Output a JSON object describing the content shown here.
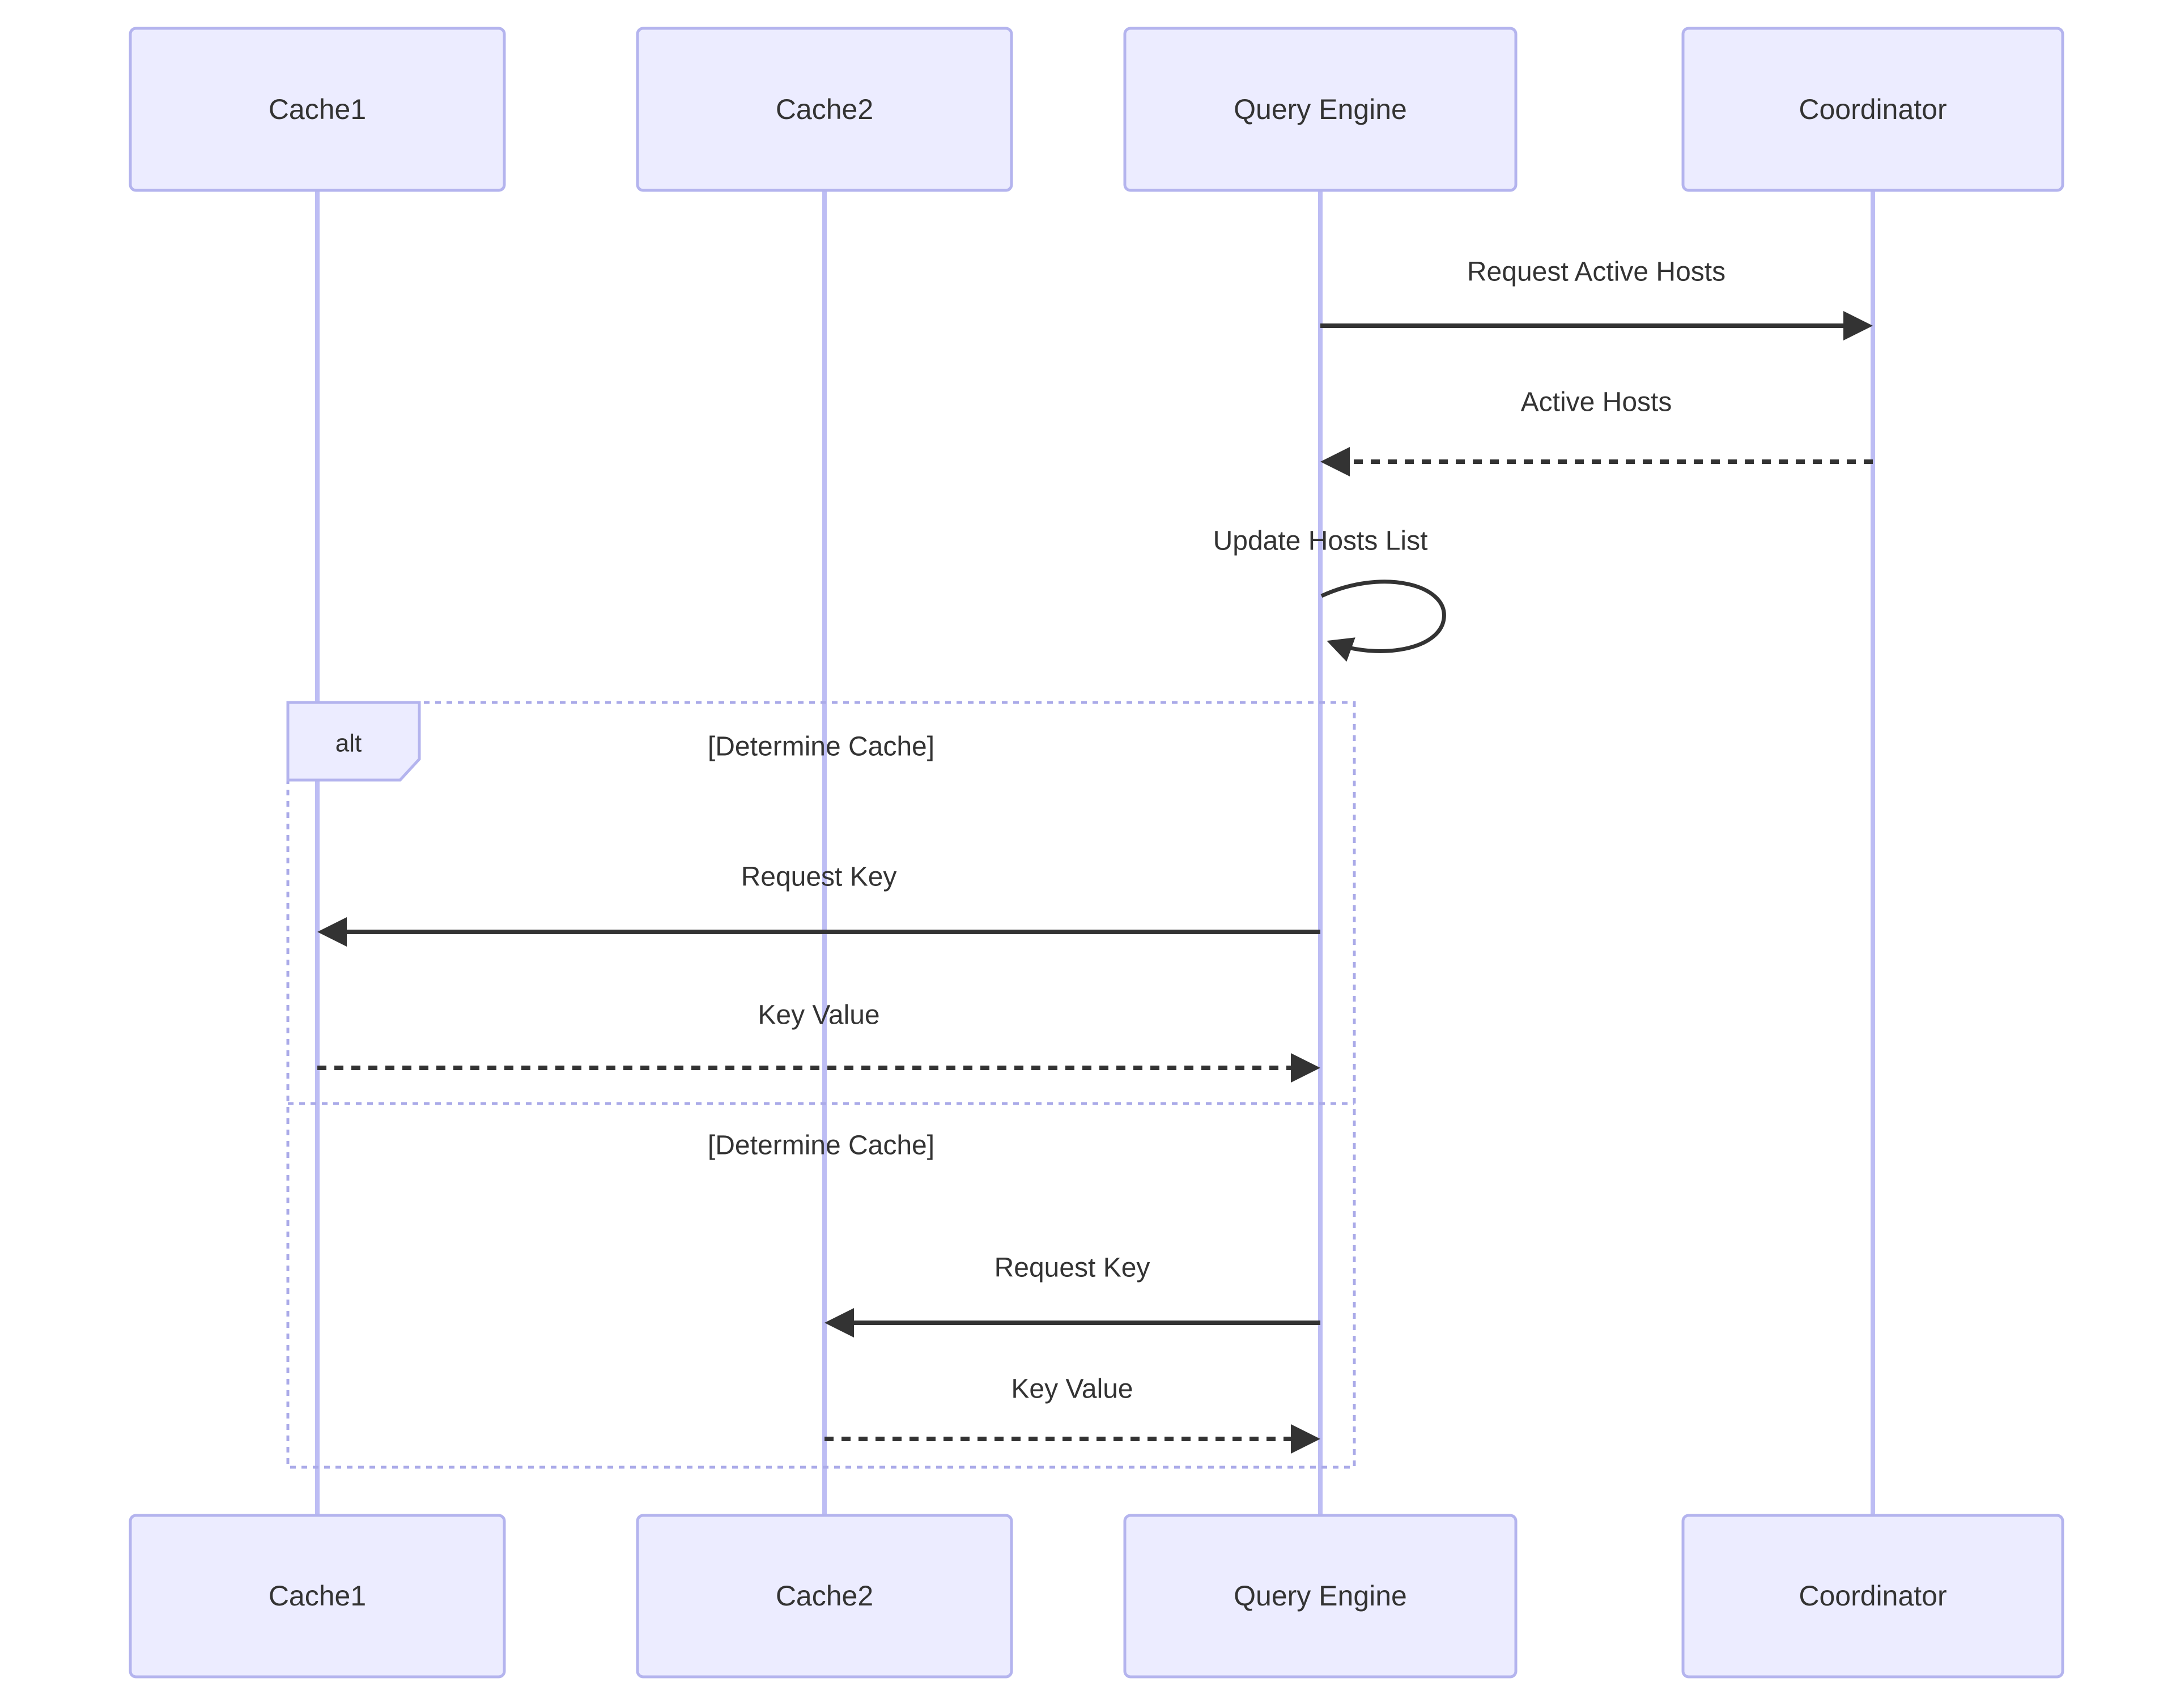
{
  "diagram": {
    "type": "sequence-diagram",
    "participants": [
      {
        "label": "Cache1"
      },
      {
        "label": "Cache2"
      },
      {
        "label": "Query Engine"
      },
      {
        "label": "Coordinator"
      }
    ],
    "messages": {
      "request_active_hosts": {
        "label": "Request Active Hosts",
        "from": "Query Engine",
        "to": "Coordinator",
        "line": "solid"
      },
      "active_hosts": {
        "label": "Active Hosts",
        "from": "Coordinator",
        "to": "Query Engine",
        "line": "dashed"
      },
      "update_hosts_list": {
        "label": "Update Hosts List",
        "from": "Query Engine",
        "to": "Query Engine",
        "line": "self-loop"
      }
    },
    "alt": {
      "operator": "alt",
      "sections": [
        {
          "condition": "[Determine Cache]",
          "messages": [
            {
              "label": "Request Key",
              "from": "Query Engine",
              "to": "Cache1",
              "line": "solid"
            },
            {
              "label": "Key Value",
              "from": "Cache1",
              "to": "Query Engine",
              "line": "dashed"
            }
          ]
        },
        {
          "condition": "[Determine Cache]",
          "messages": [
            {
              "label": "Request Key",
              "from": "Query Engine",
              "to": "Cache2",
              "line": "solid"
            },
            {
              "label": "Key Value",
              "from": "Cache2",
              "to": "Query Engine",
              "line": "dashed"
            }
          ]
        }
      ]
    },
    "colors": {
      "actor_fill": "#ECECFF",
      "actor_border": "#B4B4EE",
      "lifeline": "#BDBDF4",
      "frame_border": "#AAAAE8",
      "text": "#333333",
      "arrow": "#333333",
      "background": "#FFFFFF"
    }
  }
}
